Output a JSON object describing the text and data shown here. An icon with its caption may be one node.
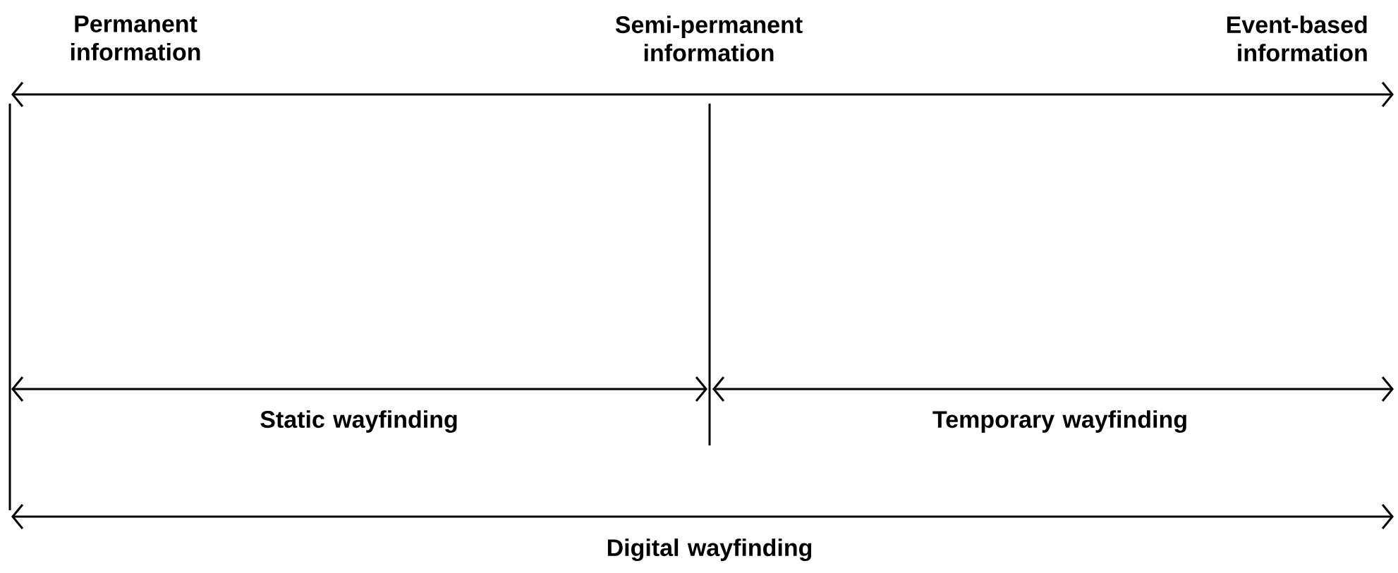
{
  "diagram": {
    "labels": [
      "Permanent information",
      "Semi-permanent information",
      "Event-based information",
      "Static wayfinding",
      "Temporary wayfinding",
      "Digital wayfinding"
    ]
  }
}
